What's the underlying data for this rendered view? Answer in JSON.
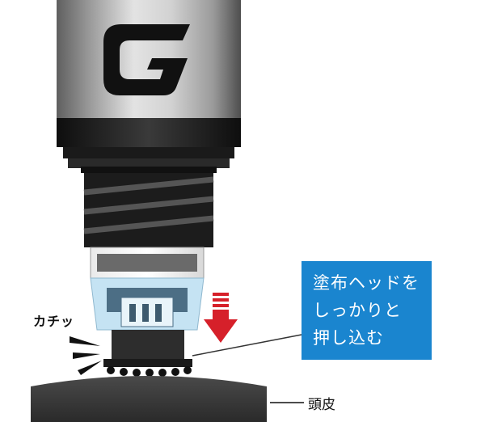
{
  "device": {
    "logo_letter": "G",
    "colors": {
      "body_light": "#d4d4d4",
      "body_dark": "#6b6b6b",
      "collar": "#1c1c1c",
      "head_clear": "#c5e3f3",
      "arrow": "#d6202a",
      "callout_bg": "#1a85cf",
      "scalp": "#3a3a3a"
    }
  },
  "labels": {
    "click_sound": "カチッ",
    "scalp": "頭皮"
  },
  "callout": {
    "lines": [
      "塗布ヘッドを",
      "しっかりと",
      "押し込む"
    ]
  },
  "icons": [
    "down-arrow-icon",
    "click-burst-icon"
  ]
}
